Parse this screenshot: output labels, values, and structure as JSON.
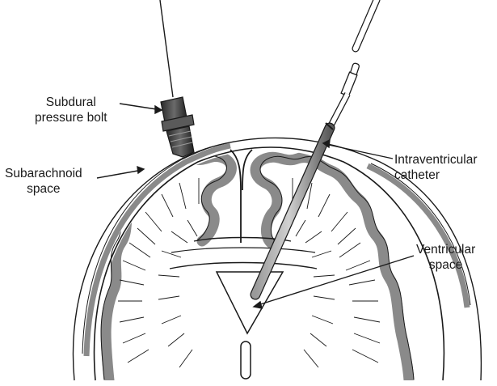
{
  "labels": {
    "subdural_line1": "Subdural",
    "subdural_line2": "pressure bolt",
    "subarachnoid_line1": "Subarachnoid",
    "subarachnoid_line2": "space",
    "intraventricular_line1": "Intraventricular",
    "intraventricular_line2": "catheter",
    "ventricular_line1": "Ventricular",
    "ventricular_line2": "space"
  },
  "colors": {
    "line": "#1a1a1a",
    "cortex_gray": "#8a8a8a",
    "skull_gray": "#6e6e6e",
    "catheter_body": "#7d7d7d",
    "bolt_dark": "#3a3a3a",
    "background": "#ffffff"
  },
  "icons": {
    "bolt": "pressure-bolt-icon",
    "catheter": "catheter-icon"
  }
}
